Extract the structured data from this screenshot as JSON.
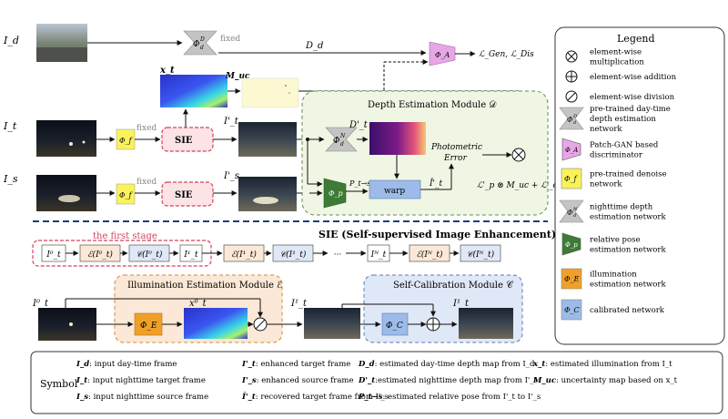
{
  "top": {
    "I_d": "I_d",
    "phi_d": "Φ",
    "phi_d_sup": "D",
    "phi_d_sub": "d",
    "fixed1": "fixed",
    "D_d": "D_d",
    "phi_A": "Φ_A",
    "loss_gen": "ℒ_Gen, ℒ_Dis",
    "x_t": "x_t",
    "M_uc": "M_uc"
  },
  "main_flow": {
    "I_t": "I_t",
    "I_s": "I_s",
    "phi_f": "Φ_f",
    "fixed2": "fixed",
    "fixed3": "fixed",
    "sie": "SIE",
    "I_t_prime": "I'_t",
    "I_s_prime": "I'_s"
  },
  "depth_module": {
    "title": "Depth Estimation Module 𝒟",
    "phi_d_night": "Φ",
    "phi_d_night_sup": "N",
    "phi_d_night_sub": "d",
    "D_t_prime": "D'_t",
    "photometric": "Photometric",
    "error": "Error",
    "phi_p": "Φ_p",
    "P_label": "P_t→s",
    "warp": "warp",
    "I_hat": "Î'_t",
    "loss": "ℒ'_p ⊗ M_uc + ℒ'_ds"
  },
  "sie_section": {
    "title": "SIE (Self-supervised Image Enhancement)",
    "first_stage": "the first stage",
    "chain": [
      "I⁰_t",
      "ℰ(I⁰_t)",
      "𝒞(I⁰_t)",
      "I¹_t",
      "ℰ(I¹_t)",
      "𝒞(I¹_t)",
      "···",
      "Iᴺ_t",
      "ℰ(Iᴺ_t)",
      "𝒞(Iᴺ_t)"
    ],
    "illum_title": "Illumination Estimation Module ℰ",
    "self_calib_title": "Self-Calibration Module 𝒞",
    "I0": "I⁰_t",
    "phi_E": "Φ_E",
    "x0": "x⁰_t",
    "I1": "I¹_t",
    "I1b": "I¹_t",
    "phi_C": "Φ_C",
    "I1_out": "I¹_t"
  },
  "legend": {
    "title": "Legend",
    "items": [
      {
        "sym": "⊗",
        "text": "element-wise multiplication"
      },
      {
        "sym": "⊕",
        "text": "element-wise addition"
      },
      {
        "sym": "⊘",
        "text": "element-wise division"
      },
      {
        "sym": "phi_d_day",
        "text": "pre-trained day-time depth estimation network",
        "color": "#c4c4c4"
      },
      {
        "sym": "phi_A",
        "text": "Patch-GAN based discriminator",
        "color": "#e7a7e6"
      },
      {
        "sym": "phi_f",
        "text": "pre-trained denoise network",
        "color": "#f9f25a"
      },
      {
        "sym": "phi_d_night",
        "text": "nighttime depth estimation network",
        "color": "#c4c4c4"
      },
      {
        "sym": "phi_p",
        "text": "relative pose estimation network",
        "color": "#3d7b36"
      },
      {
        "sym": "phi_E",
        "text": "illumination estimation network",
        "color": "#f0a028"
      },
      {
        "sym": "phi_C",
        "text": "calibrated network",
        "color": "#9dbbe8"
      }
    ],
    "labels": {
      "phi_d_day": "Φ",
      "phi_d_day_sup": "D",
      "phi_d_day_sub": "d",
      "phi_A": "Φ_A",
      "phi_f": "Φ_f",
      "phi_d_night": "Φ",
      "phi_d_night_sup": "N",
      "phi_d_night_sub": "d",
      "phi_p": "Φ_p",
      "phi_E": "Φ_E",
      "phi_C": "Φ_C"
    }
  },
  "symbol": {
    "title": "Symbol",
    "rows": [
      [
        {
          "k": "I_d",
          "v": ": input day-time frame"
        },
        {
          "k": "I'_t",
          "v": ": enhanced target frame"
        },
        {
          "k": "D_d",
          "v": ": estimated day-time depth map from I_d"
        },
        {
          "k": "x_t",
          "v": ": estimated illumination from I_t"
        }
      ],
      [
        {
          "k": "I_t",
          "v": ": input nighttime target frame"
        },
        {
          "k": "I'_s",
          "v": ": enhanced source frame"
        },
        {
          "k": "D'_t",
          "v": ":estimated nighttime depth map from I'_t"
        },
        {
          "k": "M_uc",
          "v": ": uncertainty map based on x_t"
        }
      ],
      [
        {
          "k": "I_s",
          "v": ": input nighttime source frame"
        },
        {
          "k": "Î'_t",
          "v": ": recovered target frame from I'_s"
        },
        {
          "k": "P_t→s",
          "v": ": estimated relative pose from I'_t to I'_s"
        },
        {
          "k": "",
          "v": ""
        }
      ]
    ]
  },
  "colors": {
    "dark_blue": "#1f3d7a",
    "pink_fill": "#fbe3e6",
    "pink_stroke": "#d8425b",
    "green_fill": "#f0f6e4",
    "orange_fill": "#fbe8d6",
    "blue_fill": "#dfe8f6",
    "yellow": "#f9f25a",
    "gray": "#c4c4c4",
    "violet": "#e7a7e6",
    "green_trap": "#3d7b36",
    "orange": "#f0a028",
    "light_blue": "#9dbbe8"
  }
}
